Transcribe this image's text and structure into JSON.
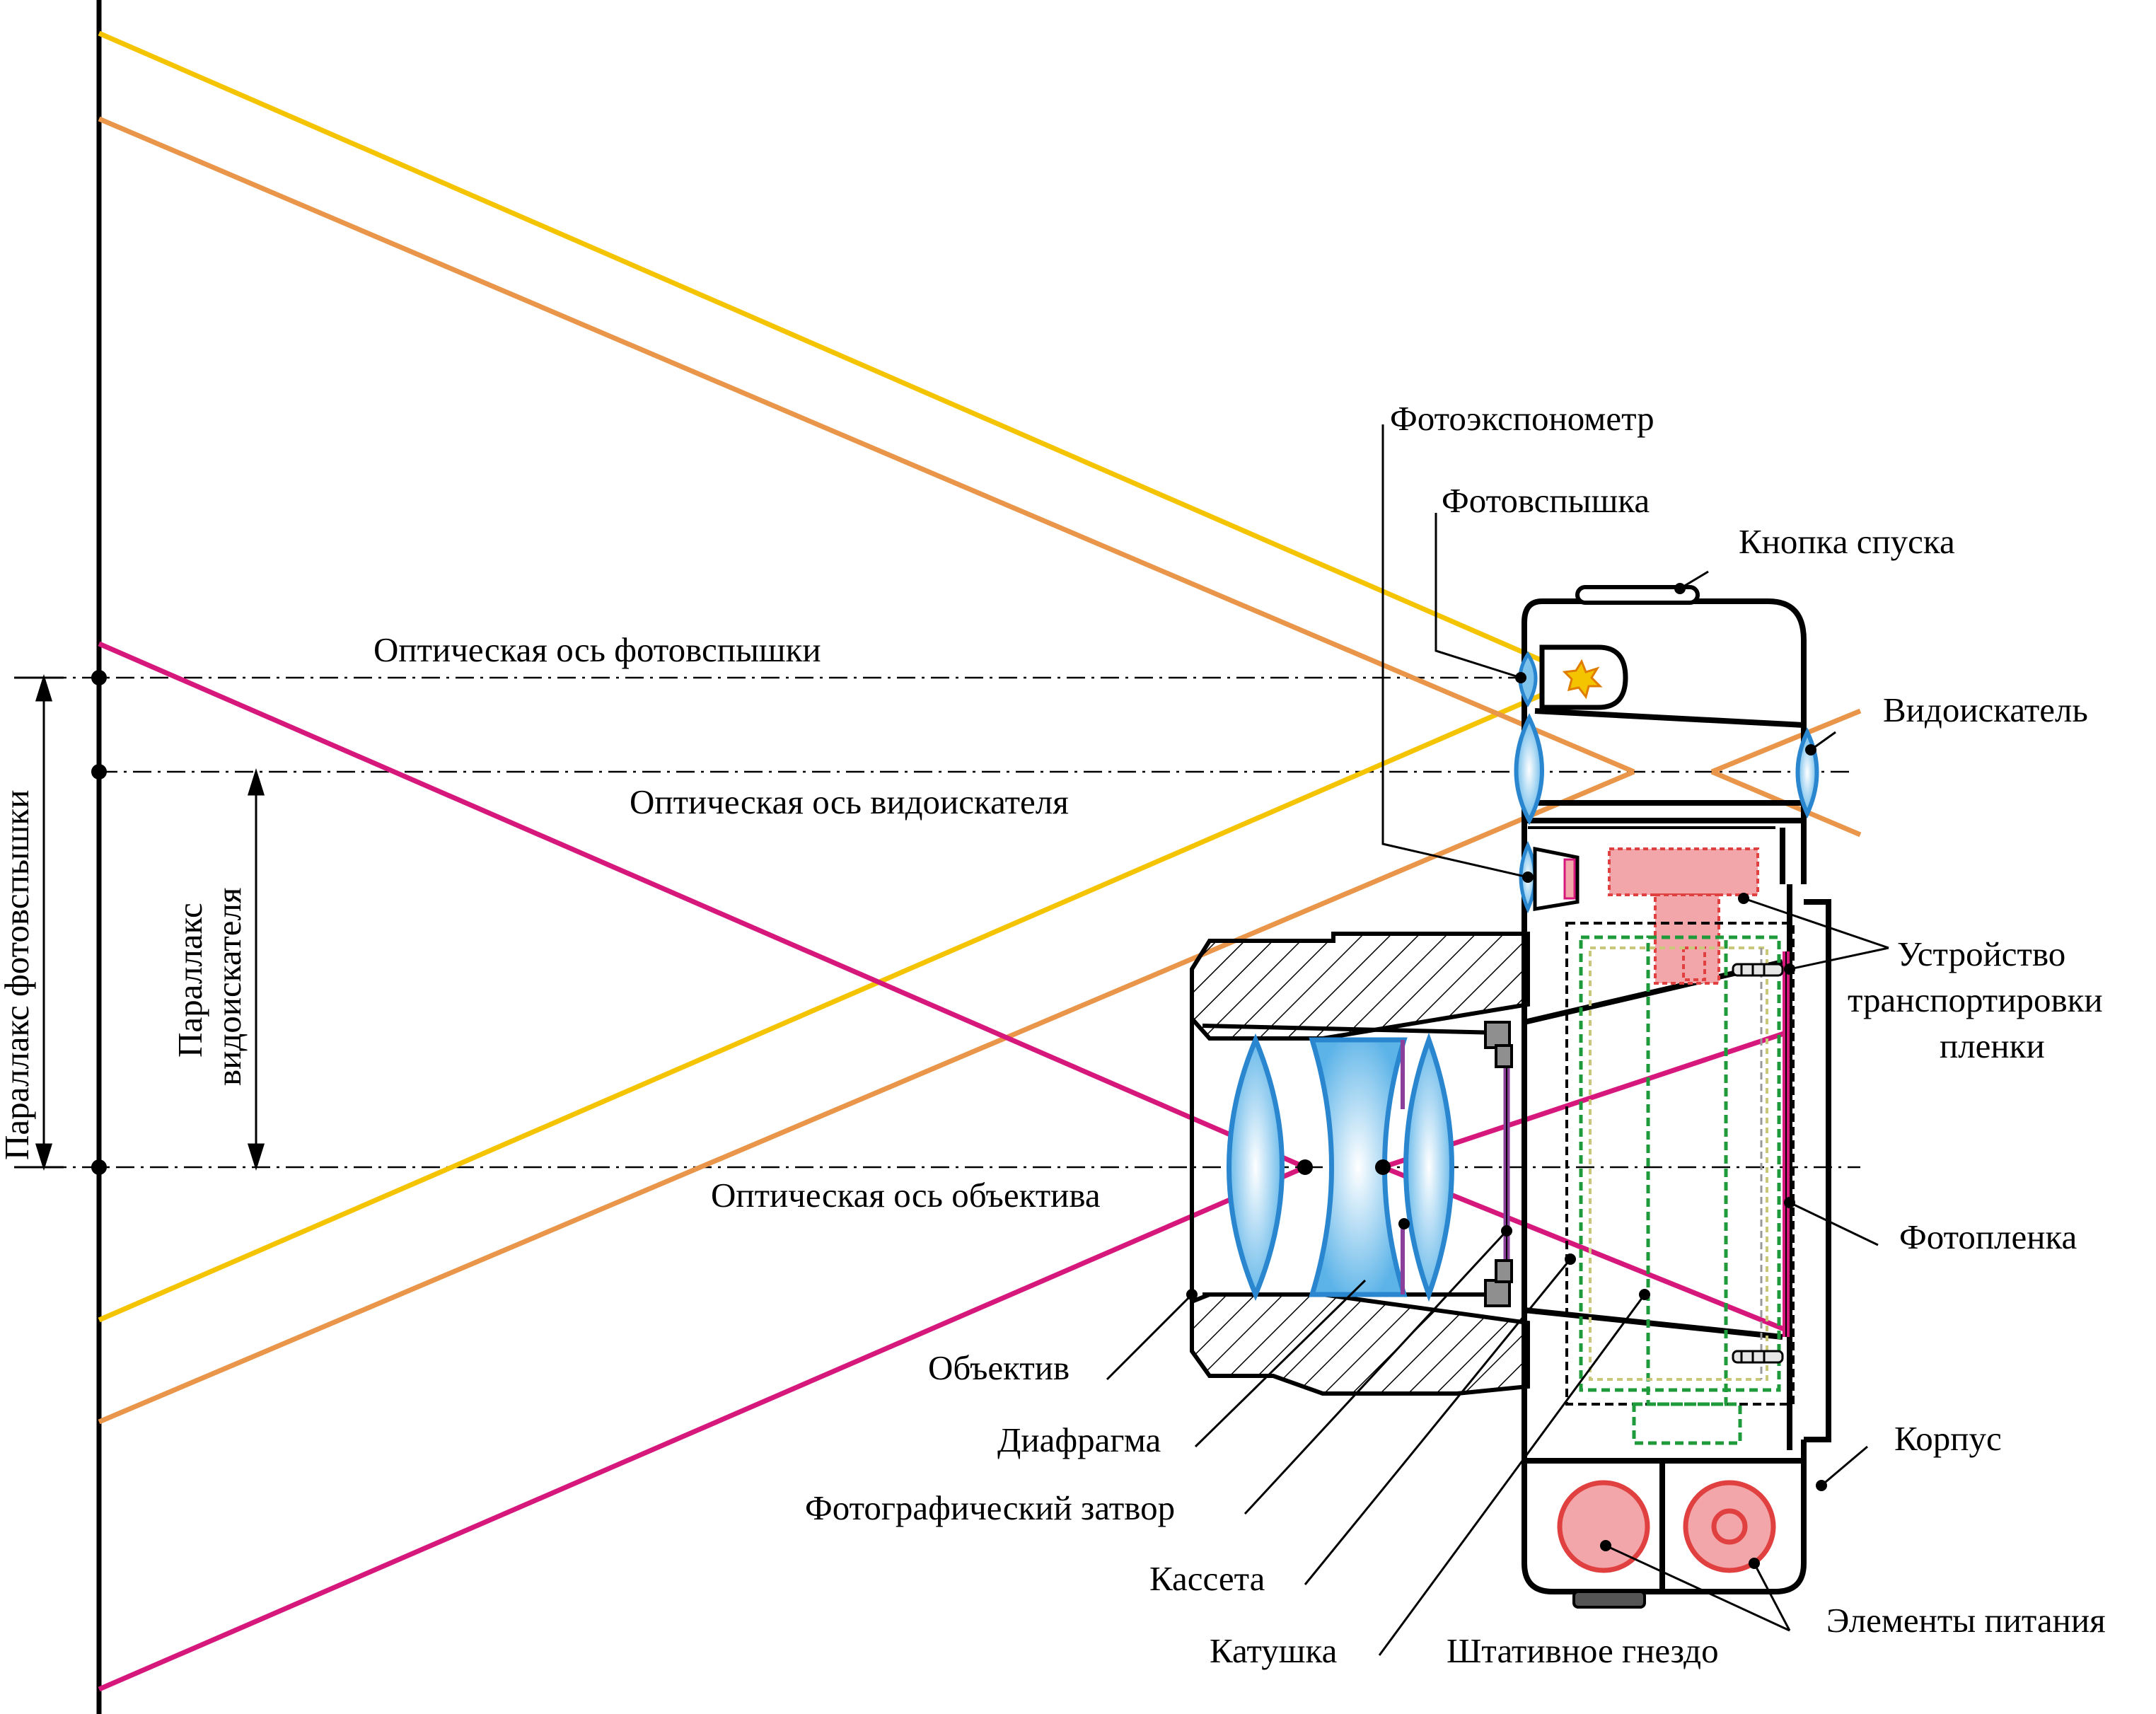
{
  "labels": {
    "light_meter": "Фотоэкспонометр",
    "flash": "Фотовспышка",
    "shutter_button": "Кнопка спуска",
    "flash_axis": "Оптическая ось фотовспышки",
    "viewfinder": "Видоискатель",
    "viewfinder_axis": "Оптическая ось видоискателя",
    "film_transport_1": "Устройство",
    "film_transport_2": "транспортировки",
    "film_transport_3": "пленки",
    "lens_axis": "Оптическая ось объектива",
    "film": "Фотопленка",
    "lens": "Объектив",
    "aperture": "Диафрагма",
    "shutter": "Фотографический затвор",
    "cassette": "Кассета",
    "spool": "Катушка",
    "tripod_socket": "Штативное гнездо",
    "batteries": "Элементы питания",
    "body": "Корпус",
    "flash_parallax": "Параллакс фотовспышки",
    "viewfinder_parallax_1": "Параллакс",
    "viewfinder_parallax_2": "видоискателя"
  },
  "colors": {
    "flash_rays": "#f5c400",
    "viewfinder_rays": "#e9964a",
    "lens_rays": "#d6177c",
    "lens_glass": "#7ec3ec",
    "transport_red": "#e0403f",
    "transport_fill": "#f2a6aa",
    "cassette_green": "#1f9a3a",
    "spool_olive": "#c9c77a",
    "diaphragm": "#8a3f9a"
  }
}
